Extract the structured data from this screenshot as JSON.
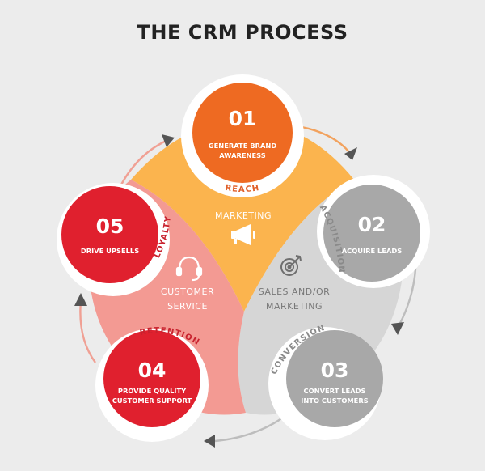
{
  "title": "THE CRM PROCESS",
  "steps": [
    {
      "number": "01",
      "line1": "GENERATE BRAND",
      "line2": "AWARENESS",
      "color": "#ee6a22"
    },
    {
      "number": "02",
      "line1": "ACQUIRE LEADS",
      "line2": "",
      "color": "#a8a8a8"
    },
    {
      "number": "03",
      "line1": "CONVERT LEADS",
      "line2": "INTO CUSTOMERS",
      "color": "#a8a8a8"
    },
    {
      "number": "04",
      "line1": "PROVIDE QUALITY",
      "line2": "CUSTOMER SUPPORT",
      "color": "#e0202e"
    },
    {
      "number": "05",
      "line1": "DRIVE UPSELLS",
      "line2": "",
      "color": "#e0202e"
    }
  ],
  "sectors": {
    "marketing": {
      "label": "MARKETING",
      "color": "#fbb44e",
      "icon": "megaphone-icon"
    },
    "sales": {
      "line1": "SALES AND/OR",
      "line2": "MARKETING",
      "color": "#d6d6d6",
      "icon": "target-icon"
    },
    "service": {
      "line1": "CUSTOMER",
      "line2": "SERVICE",
      "color": "#f39a93",
      "icon": "headset-icon"
    }
  },
  "stages": {
    "reach": "REACH",
    "acquisition": "ACQUISITION",
    "conversion": "CONVERSION",
    "retention": "RETENTION",
    "loyalty": "LOYALTY"
  },
  "colors": {
    "background": "#ececec",
    "title": "#222222",
    "stage_text_orange": "#e0602a",
    "stage_text_grey": "#8a8a8a",
    "stage_text_red": "#c8222e",
    "arrow": "#555555"
  }
}
